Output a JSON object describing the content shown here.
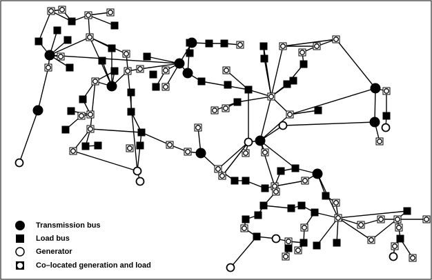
{
  "legend": {
    "transmission_bus": "Transmission bus",
    "load_bus": "Load bus",
    "generator": "Generator",
    "colocated": "Co–located generation and load"
  }
}
